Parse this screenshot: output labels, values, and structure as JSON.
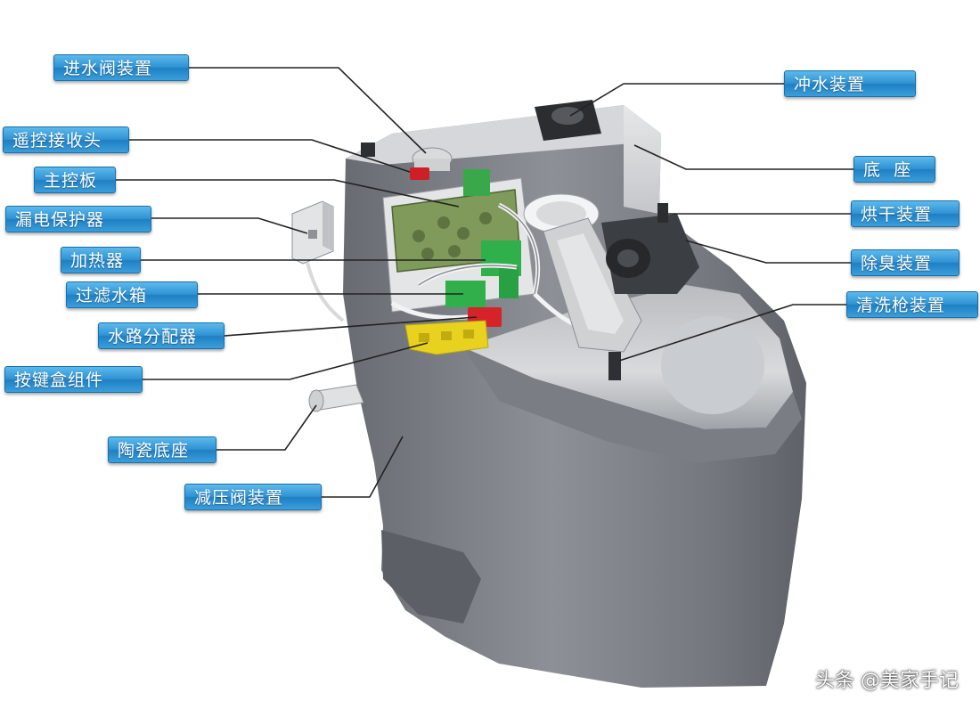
{
  "labels": {
    "inlet_valve": "进水阀装置",
    "remote_receiver": "遥控接收头",
    "main_board": "主控板",
    "leakage_protector": "漏电保护器",
    "heater": "加热器",
    "filter_tank": "过滤水箱",
    "water_distributor": "水路分配器",
    "button_box": "按键盒组件",
    "ceramic_base": "陶瓷底座",
    "pressure_valve": "减压阀装置",
    "flush_device": "冲水装置",
    "base_seat": "底  座",
    "dryer": "烘干装置",
    "deodorizer": "除臭装置",
    "wash_nozzle": "清洗枪装置"
  },
  "watermark": "头条 @美家手记",
  "colors": {
    "label_blue": "#2f93d3",
    "body_gray": "#7c8087",
    "leader_line": "#222222"
  }
}
